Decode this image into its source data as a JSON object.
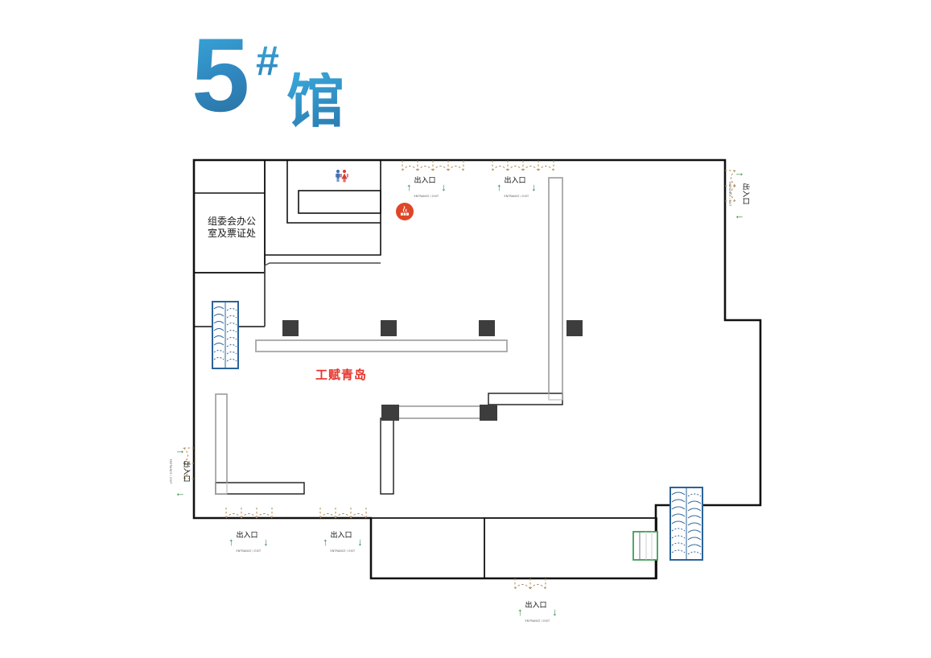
{
  "title": {
    "number": "5",
    "hash": "#",
    "suffix": "馆",
    "full": "5#馆",
    "color": "#2f86bd"
  },
  "map": {
    "type": "exhibition-hall-floor-plan",
    "background": "#ffffff",
    "wall_color": "#111111",
    "booth_outline": "#1a1a1a",
    "pillar_color": "#3d3d3d",
    "escalator_color": "#2b6399",
    "elevator_color": "#3f9d55",
    "gate_color": "#2e8b45",
    "canopy_color": "#b08a55"
  },
  "rooms": [
    {
      "id": "office",
      "label": "组委会办公室及票证处",
      "line1": "组委会办公",
      "line2": "室及票证处",
      "color": "#1a1a1a"
    }
  ],
  "brand": {
    "label": "工赋青岛",
    "color": "#e8332a"
  },
  "icons": [
    {
      "name": "restroom-icon",
      "label": "卫生间",
      "male_color": "#3b6fb5",
      "female_color": "#d93b35"
    },
    {
      "name": "smoking-area-icon",
      "label": "吸烟区",
      "color": "#e04526"
    }
  ],
  "gates": [
    {
      "id": "gate-top-1",
      "label": "出入口",
      "sub": "ENTRANCE / EXIT",
      "orientation": "horizontal",
      "arrows": "up-down"
    },
    {
      "id": "gate-top-2",
      "label": "出入口",
      "sub": "ENTRANCE / EXIT",
      "orientation": "horizontal",
      "arrows": "up-down"
    },
    {
      "id": "gate-right",
      "label": "出入口",
      "sub": "ENTRANCE / EXIT",
      "orientation": "vertical-right",
      "arrows": "right-left"
    },
    {
      "id": "gate-left",
      "label": "出入口",
      "sub": "ENTRANCE / EXIT",
      "orientation": "vertical-left",
      "arrows": "right-left"
    },
    {
      "id": "gate-bottom-1",
      "label": "出入口",
      "sub": "ENTRANCE / EXIT",
      "orientation": "horizontal",
      "arrows": "up-down"
    },
    {
      "id": "gate-bottom-2",
      "label": "出入口",
      "sub": "ENTRANCE / EXIT",
      "orientation": "horizontal",
      "arrows": "up-down"
    },
    {
      "id": "gate-bottom-3",
      "label": "出入口",
      "sub": "ENTRANCE / EXIT",
      "orientation": "horizontal",
      "arrows": "up-down"
    }
  ],
  "facilities": [
    {
      "id": "escalator-left",
      "name": "escalator",
      "color": "#2b6399"
    },
    {
      "id": "escalator-right",
      "name": "escalator",
      "color": "#2b6399"
    },
    {
      "id": "elevator",
      "name": "elevator",
      "color": "#3f9d55"
    }
  ],
  "pillars_count": 6
}
